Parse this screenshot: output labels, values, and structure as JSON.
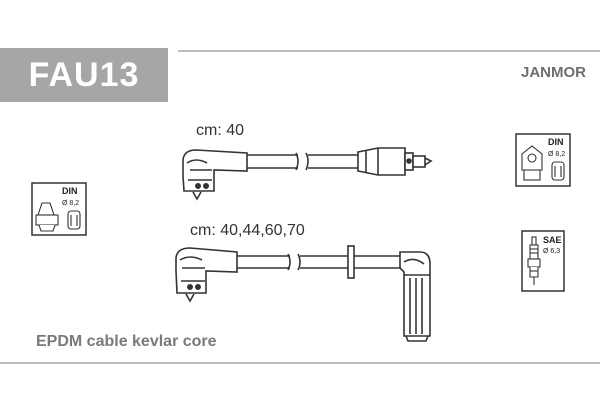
{
  "header": {
    "product_code": "FAU13",
    "brand": "JANMOR"
  },
  "cables": [
    {
      "length_label": "cm: 40"
    },
    {
      "length_label": "cm: 40,44,60,70"
    }
  ],
  "terminals": {
    "left_distributor": {
      "standard": "DIN",
      "diameter": "Ø 8,2"
    },
    "right_coil": {
      "standard": "DIN",
      "diameter": "Ø 8,2"
    },
    "right_plug": {
      "standard": "SAE",
      "diameter": "Ø 6,3"
    }
  },
  "footer": {
    "description": "EPDM cable kevlar core"
  }
}
